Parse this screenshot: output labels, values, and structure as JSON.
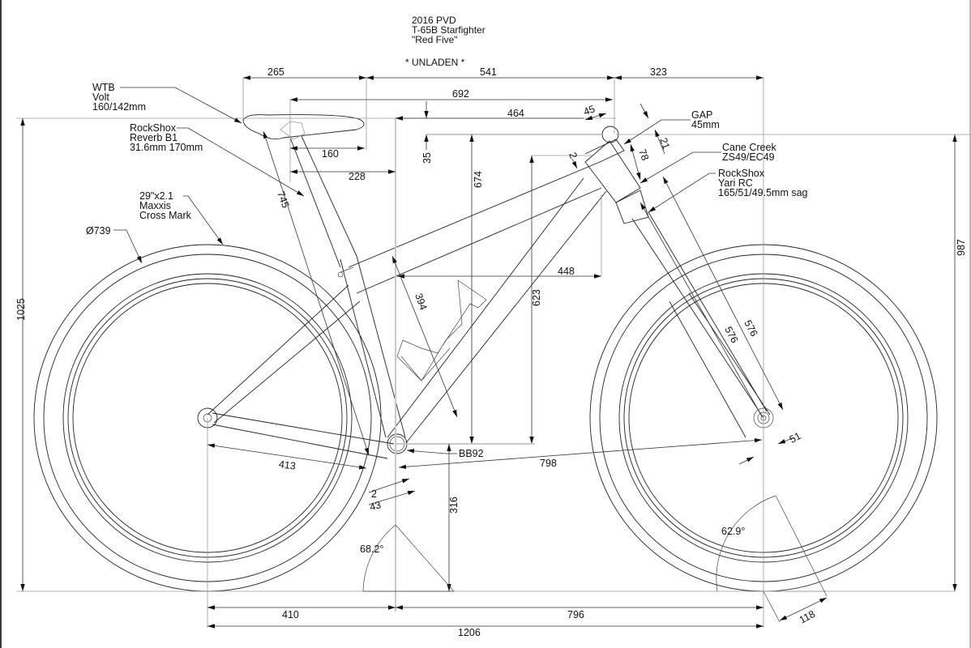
{
  "title_block": {
    "line1": "2016 PVD",
    "line2": "T-65B Starfighter",
    "line3": "\"Red Five\"",
    "condition": "* UNLADEN *"
  },
  "callouts": {
    "saddle": [
      "WTB",
      "Volt",
      "160/142mm"
    ],
    "seatpost": [
      "RockShox",
      "Reverb B1",
      "31.6mm 170mm"
    ],
    "tire": [
      "29\"x2.1",
      "Maxxis",
      "Cross Mark"
    ],
    "wheel_diameter": "Ø739",
    "gap": [
      "GAP",
      "45mm"
    ],
    "headset": [
      "Cane Creek",
      "ZS49/EC49"
    ],
    "fork": [
      "RockShox",
      "Yari RC",
      "165/51/49.5mm sag"
    ],
    "bottom_bracket": "BB92"
  },
  "dimensions": {
    "saddle_setback": "265",
    "saddle_to_stem": "541",
    "stem_to_front_axle": "323",
    "saddle_to_bar": "692",
    "reach_saddle_bar": "464",
    "stem_length": "45",
    "saddle_length": "160",
    "saddle_nose_to_bb": "228",
    "saddle_drop": "35",
    "saddle_height": "674",
    "stack_offset": "2",
    "spacer": "21",
    "headtube": "78",
    "seat_tube": "745",
    "stack": "623",
    "reach": "448",
    "seat_tube_length": "394",
    "chainstay": "413",
    "front_center": "798",
    "bb_drop_1": "2",
    "bb_drop_2": "43",
    "bb_height": "316",
    "fork_axle_to_crown_1": "576",
    "fork_axle_to_crown_2": "576",
    "fork_offset": "51",
    "overall_height": "1025",
    "bar_height": "987",
    "rear_center": "410",
    "front_center_horizontal": "796",
    "wheelbase": "1206",
    "trail": "118"
  },
  "angles": {
    "seat_angle": "68.2°",
    "head_angle": "62.9°"
  }
}
